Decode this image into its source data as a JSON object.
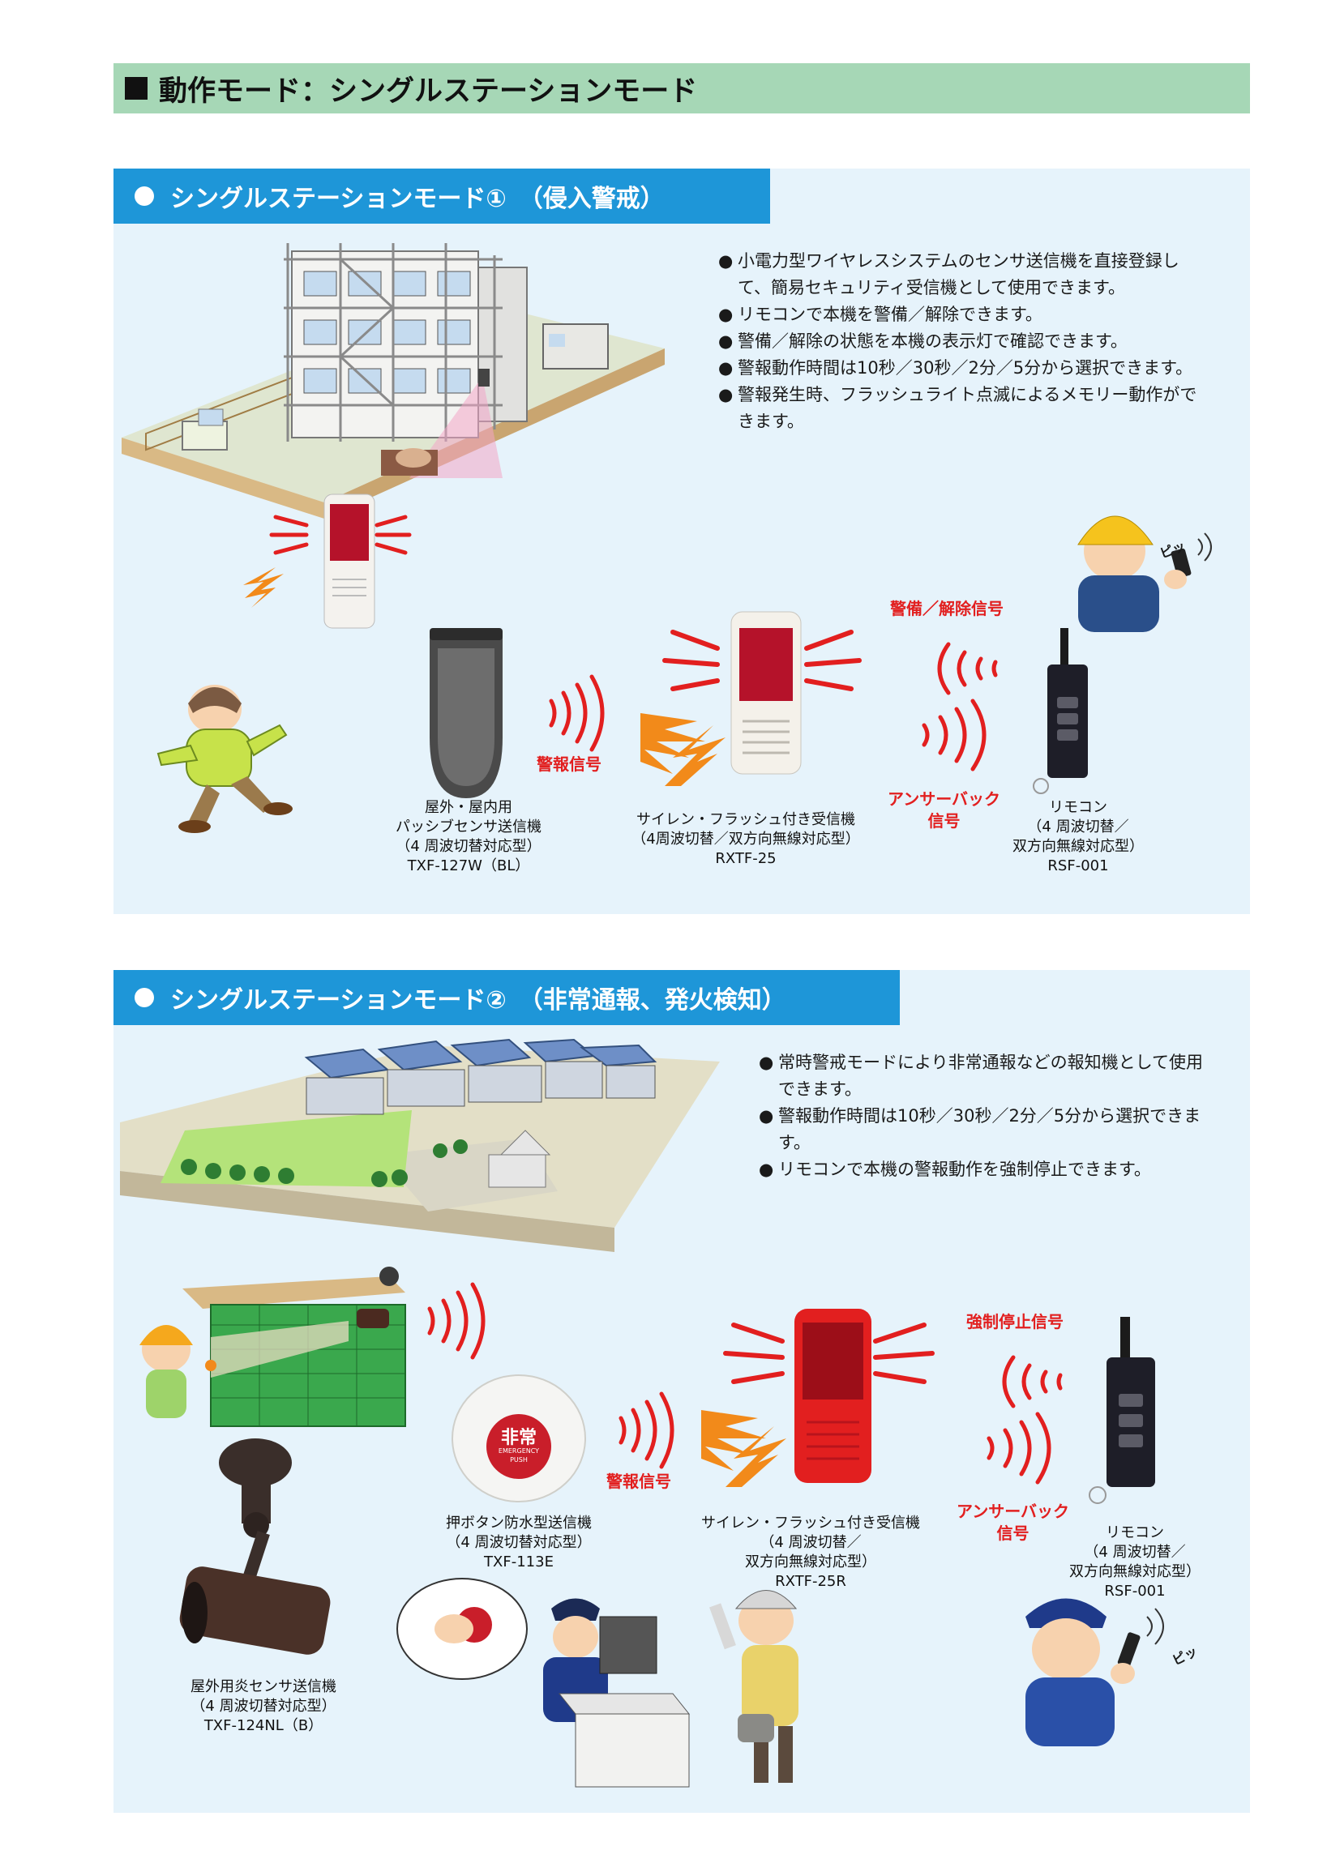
{
  "main_header": {
    "title": "動作モード：シングルステーションモード"
  },
  "section1": {
    "title": "シングルステーションモード①　（侵入警戒）",
    "bullets": [
      "小電力型ワイヤレスシステムのセンサ送信機を直接登録して、簡易セキュリティ受信機として使用できます。",
      "リモコンで本機を警備／解除できます。",
      "警備／解除の状態を本機の表示灯で確認できます。",
      "警報動作時間は10秒／30秒／2分／5分から選択できます。",
      "警報発生時、フラッシュライト点滅によるメモリー動作ができます。"
    ],
    "signals": {
      "alarm": "警報信号",
      "arm_disarm": "警備／解除信号",
      "answer_back_1": "アンサーバック",
      "answer_back_2": "信号"
    },
    "sensor": {
      "line1": "屋外・屋内用",
      "line2": "パッシブセンサ送信機",
      "line3": "（4 周波切替対応型）",
      "model": "TXF-127W（BL）"
    },
    "receiver": {
      "line1": "サイレン・フラッシュ付き受信機",
      "line2": "（4周波切替／双方向無線対応型）",
      "model": "RXTF-25"
    },
    "remote": {
      "line1": "リモコン",
      "line2": "（4 周波切替／",
      "line3": "双方向無線対応型）",
      "model": "RSF-001"
    },
    "sound_text": "ピッ"
  },
  "section2": {
    "title": "シングルステーションモード②　（非常通報、発火検知）",
    "bullets": [
      "常時警戒モードにより非常通報などの報知機として使用できます。",
      "警報動作時間は10秒／30秒／2分／5分から選択できます。",
      "リモコンで本機の警報動作を強制停止できます。"
    ],
    "signals": {
      "alarm": "警報信号",
      "force_stop": "強制停止信号",
      "answer_back_1": "アンサーバック",
      "answer_back_2": "信号"
    },
    "button": {
      "line1": "押ボタン防水型送信機",
      "line2": "（4 周波切替対応型）",
      "model": "TXF-113E",
      "face_text": "非常",
      "face_sub1": "EMERGENCY",
      "face_sub2": "PUSH"
    },
    "receiver": {
      "line1": "サイレン・フラッシュ付き受信機",
      "line2": "（4 周波切替／",
      "line3": "双方向無線対応型）",
      "model": "RXTF-25R"
    },
    "remote": {
      "line1": "リモコン",
      "line2": "（4 周波切替／",
      "line3": "双方向無線対応型）",
      "model": "RSF-001"
    },
    "flame": {
      "line1": "屋外用炎センサ送信機",
      "line2": "（4 周波切替対応型）",
      "model": "TXF-124NL（B）"
    },
    "sound_text": "ピッ"
  },
  "colors": {
    "header_green": "#a6d7b6",
    "section_blue": "#1e96d8",
    "panel_bg": "#e6f3fb",
    "signal_red": "#e21f1f"
  }
}
